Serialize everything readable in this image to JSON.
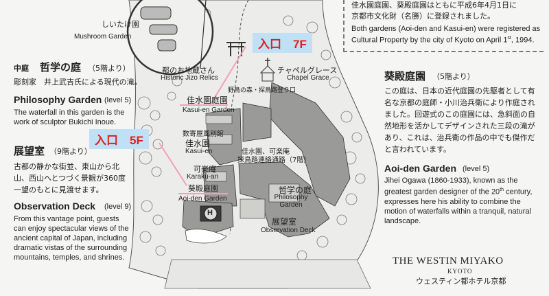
{
  "top_notice": {
    "jp1": "佳水園庭園、葵殿庭園はともに平成6年4月1日に",
    "jp2": "京都市文化財（名勝）に登録されました。",
    "en": "Both gardens (Aoi-den and Kasui-en) were registered as Cultural Property by the city of Kyoto on April 1",
    "en_sup": "st",
    "en_tail": ", 1994."
  },
  "mushroom": {
    "jp": "しいたけ園",
    "en": "Mushroom Garden"
  },
  "philosophy": {
    "tag": "中庭",
    "jp_title": "哲学の庭",
    "jp_level": "（5階より）",
    "jp_body": "彫刻家　井上武吉氏による現代の滝。",
    "en_title": "Philosophy Garden",
    "en_level": "(level 5)",
    "en_body": "The waterfall in this garden is the work of sculptor Bukichi Inoue."
  },
  "observation": {
    "jp_title": "展望室",
    "jp_level": "（9階より）",
    "jp_body": "古都の静かな街並、東山から北山、西山へとつづく景観が360度一望のもとに見渡せます。",
    "en_title": "Observation Deck",
    "en_level": "(level 9)",
    "en_body": "From this vantage point, guests can enjoy spectacular views of the ancient capital of Japan, including dramatic vistas of the surrounding mountains, temples, and shrines."
  },
  "aoiden": {
    "jp_title": "葵殿庭園",
    "jp_level": "（5階より）",
    "jp_body": "この庭は、日本の近代庭園の先駆者として有名な京都の庭師・小川治兵衛により作庭されました。回遊式のこの庭園には、急斜面の自然地形を活かしてデザインされた三段の滝があり、これは、治兵衛の作品の中でも傑作だと言われています。",
    "en_title": "Aoi-den Garden",
    "en_level": "(level 5)",
    "en_body_1": "Jihei Ogawa (1860-1933), known as the greatest garden designer of the 20",
    "en_sup": "th",
    "en_body_2": " century, expresses here his ability to combine the motion of waterfalls within a tranquil, natural landscape."
  },
  "entries": {
    "e7f": "入口　7F",
    "e5f": "入口　5F"
  },
  "map_labels": {
    "jizo_jp": "都のお地蔵さん",
    "jizo_en": "Historic Jizo Relics",
    "chapel_jp": "チャペルグレース",
    "chapel_en": "Chapel Grace",
    "trail": "野鳥の森・探鳥路登り口",
    "kasuien_garden_jp": "佳水園庭園",
    "kasuien_garden_en": "Kasui-en Garden",
    "sukiya_jp": "数寄屋風別館",
    "kasuien_jp": "佳水園",
    "kasuien_en": "Kasui-en",
    "corridor_1": "佳水園、可楽庵",
    "corridor_2": "探鳥路連絡通路（7階）",
    "karakuan_jp": "可楽庵",
    "karakuan_en": "Karaku-an",
    "aoiden_garden_jp": "葵殿庭園",
    "aoiden_garden_en": "Aoi-den Garden",
    "philo_jp": "哲学の庭",
    "philo_en": "Philosophy Garden",
    "deck_jp": "展望室",
    "deck_en": "Observation Deck",
    "heliport": "H"
  },
  "brand": {
    "name": "THE WESTIN MIYAKO",
    "city": "KYOTO",
    "jp": "ウェスティン都ホテル京都"
  },
  "colors": {
    "entry_bg": "#bfe0f5",
    "entry_text": "#e0201a",
    "pointer": "#f2a0b8"
  }
}
